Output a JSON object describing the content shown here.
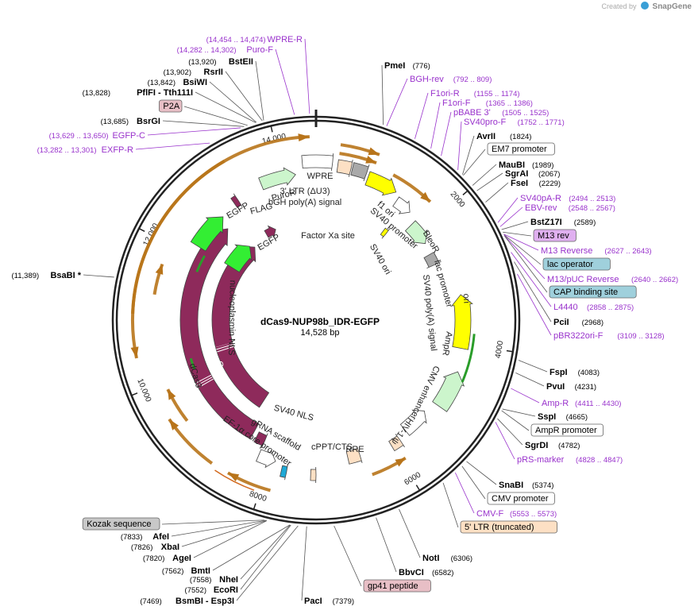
{
  "credit": {
    "prefix": "Created by",
    "brand": "SnapGene"
  },
  "plasmid": {
    "name": "dCas9-NUP98b_IDR-EGFP",
    "size": "14,528 bp",
    "length": 14528
  },
  "ticks": [
    {
      "pos": 2000,
      "label": "2000"
    },
    {
      "pos": 4000,
      "label": "4000"
    },
    {
      "pos": 6000,
      "label": "6000"
    },
    {
      "pos": 8000,
      "label": "8000"
    },
    {
      "pos": 10000,
      "label": "10,000"
    },
    {
      "pos": 12000,
      "label": "12,000"
    },
    {
      "pos": 14000,
      "label": "14,000"
    }
  ],
  "sites": [
    {
      "name": "PmeI",
      "pos": "(776)",
      "side": "right",
      "color": "#000000",
      "bold": true
    },
    {
      "name": "BGH-rev",
      "pos": "(792 .. 809)",
      "side": "right",
      "color": "#9932cc",
      "bold": false
    },
    {
      "name": "F1ori-R",
      "pos": "(1155 .. 1174)",
      "side": "right",
      "color": "#9932cc",
      "bold": false
    },
    {
      "name": "F1ori-F",
      "pos": "(1365 .. 1386)",
      "side": "right",
      "color": "#9932cc",
      "bold": false
    },
    {
      "name": "pBABE 3'",
      "pos": "(1505 .. 1525)",
      "side": "right",
      "color": "#9932cc",
      "bold": false
    },
    {
      "name": "SV40pro-F",
      "pos": "(1752 .. 1771)",
      "side": "right",
      "color": "#9932cc",
      "bold": false
    },
    {
      "name": "AvrII",
      "pos": "(1824)",
      "side": "right",
      "color": "#000000",
      "bold": true
    },
    {
      "name": "EM7 promoter",
      "pos": "",
      "side": "right",
      "color": "#000000",
      "bold": false,
      "box": "#ffffff"
    },
    {
      "name": "MauBI",
      "pos": "(1989)",
      "side": "right",
      "color": "#000000",
      "bold": true
    },
    {
      "name": "SgrAI",
      "pos": "(2067)",
      "side": "right",
      "color": "#000000",
      "bold": true
    },
    {
      "name": "FseI",
      "pos": "(2229)",
      "side": "right",
      "color": "#000000",
      "bold": true
    },
    {
      "name": "SV40pA-R",
      "pos": "(2494 .. 2513)",
      "side": "right",
      "color": "#9932cc",
      "bold": false
    },
    {
      "name": "EBV-rev",
      "pos": "(2548 .. 2567)",
      "side": "right",
      "color": "#9932cc",
      "bold": false
    },
    {
      "name": "BstZ17I",
      "pos": "(2589)",
      "side": "right",
      "color": "#000000",
      "bold": true
    },
    {
      "name": "M13 rev",
      "pos": "",
      "side": "right",
      "color": "#000000",
      "bold": false,
      "box": "#e0b0f0"
    },
    {
      "name": "M13 Reverse",
      "pos": "(2627 .. 2643)",
      "side": "right",
      "color": "#9932cc",
      "bold": false
    },
    {
      "name": "lac operator",
      "pos": "",
      "side": "right",
      "color": "#000000",
      "bold": false,
      "box": "#9fd0dc"
    },
    {
      "name": "M13/pUC Reverse",
      "pos": "(2640 .. 2662)",
      "side": "right",
      "color": "#9932cc",
      "bold": false
    },
    {
      "name": "CAP binding site",
      "pos": "",
      "side": "right",
      "color": "#000000",
      "bold": false,
      "box": "#9fd0dc"
    },
    {
      "name": "L4440",
      "pos": "(2858 .. 2875)",
      "side": "right",
      "color": "#9932cc",
      "bold": false
    },
    {
      "name": "PciI",
      "pos": "(2968)",
      "side": "right",
      "color": "#000000",
      "bold": true
    },
    {
      "name": "pBR322ori-F",
      "pos": "(3109 .. 3128)",
      "side": "right",
      "color": "#9932cc",
      "bold": false
    },
    {
      "name": "FspI",
      "pos": "(4083)",
      "side": "right",
      "color": "#000000",
      "bold": true
    },
    {
      "name": "PvuI",
      "pos": "(4231)",
      "side": "right",
      "color": "#000000",
      "bold": true
    },
    {
      "name": "Amp-R",
      "pos": "(4411 .. 4430)",
      "side": "right",
      "color": "#9932cc",
      "bold": false
    },
    {
      "name": "SspI",
      "pos": "(4665)",
      "side": "right",
      "color": "#000000",
      "bold": true
    },
    {
      "name": "AmpR promoter",
      "pos": "",
      "side": "right",
      "color": "#000000",
      "bold": false,
      "box": "#ffffff"
    },
    {
      "name": "SgrDI",
      "pos": "(4782)",
      "side": "right",
      "color": "#000000",
      "bold": true
    },
    {
      "name": "pRS-marker",
      "pos": "(4828 .. 4847)",
      "side": "right",
      "color": "#9932cc",
      "bold": false
    },
    {
      "name": "SnaBI",
      "pos": "(5374)",
      "side": "right",
      "color": "#000000",
      "bold": true
    },
    {
      "name": "CMV promoter",
      "pos": "",
      "side": "right",
      "color": "#000000",
      "bold": false,
      "box": "#ffffff"
    },
    {
      "name": "CMV-F",
      "pos": "(5553 .. 5573)",
      "side": "right",
      "color": "#9932cc",
      "bold": false
    },
    {
      "name": "5' LTR (truncated)",
      "pos": "",
      "side": "right",
      "color": "#000000",
      "bold": false,
      "box": "#fde0c4"
    },
    {
      "name": "NotI",
      "pos": "(6306)",
      "side": "right",
      "color": "#000000",
      "bold": true
    },
    {
      "name": "BbvCI",
      "pos": "(6582)",
      "side": "right",
      "color": "#000000",
      "bold": true
    },
    {
      "name": "gp41 peptide",
      "pos": "",
      "side": "right",
      "color": "#000000",
      "bold": false,
      "box": "#e8bfc6"
    },
    {
      "name": "PacI",
      "pos": "(7379)",
      "side": "right",
      "color": "#000000",
      "bold": true
    },
    {
      "name": "BsmBI - Esp3I",
      "pos": "(7469)",
      "side": "left",
      "color": "#000000",
      "bold": true
    },
    {
      "name": "EcoRI",
      "pos": "(7552)",
      "side": "left",
      "color": "#000000",
      "bold": true
    },
    {
      "name": "NheI",
      "pos": "(7558)",
      "side": "left",
      "color": "#000000",
      "bold": true
    },
    {
      "name": "BmtI",
      "pos": "(7562)",
      "side": "left",
      "color": "#000000",
      "bold": true
    },
    {
      "name": "AgeI",
      "pos": "(7820)",
      "side": "left",
      "color": "#000000",
      "bold": true
    },
    {
      "name": "XbaI",
      "pos": "(7826)",
      "side": "left",
      "color": "#000000",
      "bold": true
    },
    {
      "name": "AfeI",
      "pos": "(7833)",
      "side": "left",
      "color": "#000000",
      "bold": true
    },
    {
      "name": "Kozak sequence",
      "pos": "",
      "side": "left",
      "color": "#000000",
      "bold": false,
      "box": "#c8c8c8"
    },
    {
      "name": "BsaBI *",
      "pos": "(11,389)",
      "side": "left",
      "color": "#000000",
      "bold": true
    },
    {
      "name": "EXFP-R",
      "pos": "(13,282 .. 13,301)",
      "side": "left",
      "color": "#9932cc",
      "bold": false
    },
    {
      "name": "EGFP-C",
      "pos": "(13,629 .. 13,650)",
      "side": "left",
      "color": "#9932cc",
      "bold": false
    },
    {
      "name": "BsrGI",
      "pos": "(13,685)",
      "side": "left",
      "color": "#000000",
      "bold": true
    },
    {
      "name": "P2A",
      "pos": "",
      "side": "left",
      "color": "#000000",
      "bold": false,
      "box": "#e8bfc6"
    },
    {
      "name": "PflFI - Tth111I",
      "pos": "(13,828)",
      "side": "left",
      "color": "#000000",
      "bold": true
    },
    {
      "name": "BsiWI",
      "pos": "(13,842)",
      "side": "left",
      "color": "#000000",
      "bold": true
    },
    {
      "name": "RsrII",
      "pos": "(13,902)",
      "side": "left",
      "color": "#000000",
      "bold": true
    },
    {
      "name": "BstEII",
      "pos": "(13,920)",
      "side": "left",
      "color": "#000000",
      "bold": true
    },
    {
      "name": "Puro-F",
      "pos": "(14,282 .. 14,302)",
      "side": "left",
      "color": "#9932cc",
      "bold": false
    },
    {
      "name": "WPRE-R",
      "pos": "(14,454 .. 14,474)",
      "side": "left",
      "color": "#9932cc",
      "bold": false
    }
  ],
  "features": [
    {
      "name": "WPRE",
      "color": "#ffffff"
    },
    {
      "name": "3' LTR (ΔU3)",
      "color": "#fde0c4"
    },
    {
      "name": "bGH poly(A) signal",
      "color": "#a9a9a9"
    },
    {
      "name": "f1 ori",
      "color": "#ffff00"
    },
    {
      "name": "SV40 promoter",
      "color": "#ffffff"
    },
    {
      "name": "BleoR",
      "color": "#ccf5cc"
    },
    {
      "name": "SV40 ori",
      "color": "#ffff00"
    },
    {
      "name": "SV40 poly(A) signal",
      "color": "#a9a9a9"
    },
    {
      "name": "lac promoter",
      "color": "#ffffff"
    },
    {
      "name": "ori",
      "color": "#ffff00"
    },
    {
      "name": "AmpR",
      "color": "#ccf5cc"
    },
    {
      "name": "CMV enhancer",
      "color": "#ffffff"
    },
    {
      "name": "HIV-1 ψ",
      "color": "#fde0c4"
    },
    {
      "name": "RRE",
      "color": "#fde0c4"
    },
    {
      "name": "cPPT/CTS",
      "color": "#fde0c4"
    },
    {
      "name": "gRNA scaffold",
      "color": "#ffffff"
    },
    {
      "name": "EF-1α core promoter",
      "color": "#ffffff"
    },
    {
      "name": "SV40 NLS",
      "color": "#8e2a5b"
    },
    {
      "name": "dCas9",
      "color": "#8e2a5b"
    },
    {
      "name": "Cas9",
      "color": "#8e2a5b"
    },
    {
      "name": "nucleoplasmin NLS",
      "color": "#8e2a5b"
    },
    {
      "name": "EGFP",
      "color": "#33ee33"
    },
    {
      "name": "FLAG",
      "color": "#8e2a5b"
    },
    {
      "name": "PuroR",
      "color": "#ccf5cc"
    },
    {
      "name": "Factor Xa site",
      "color": "#ffffff"
    }
  ]
}
